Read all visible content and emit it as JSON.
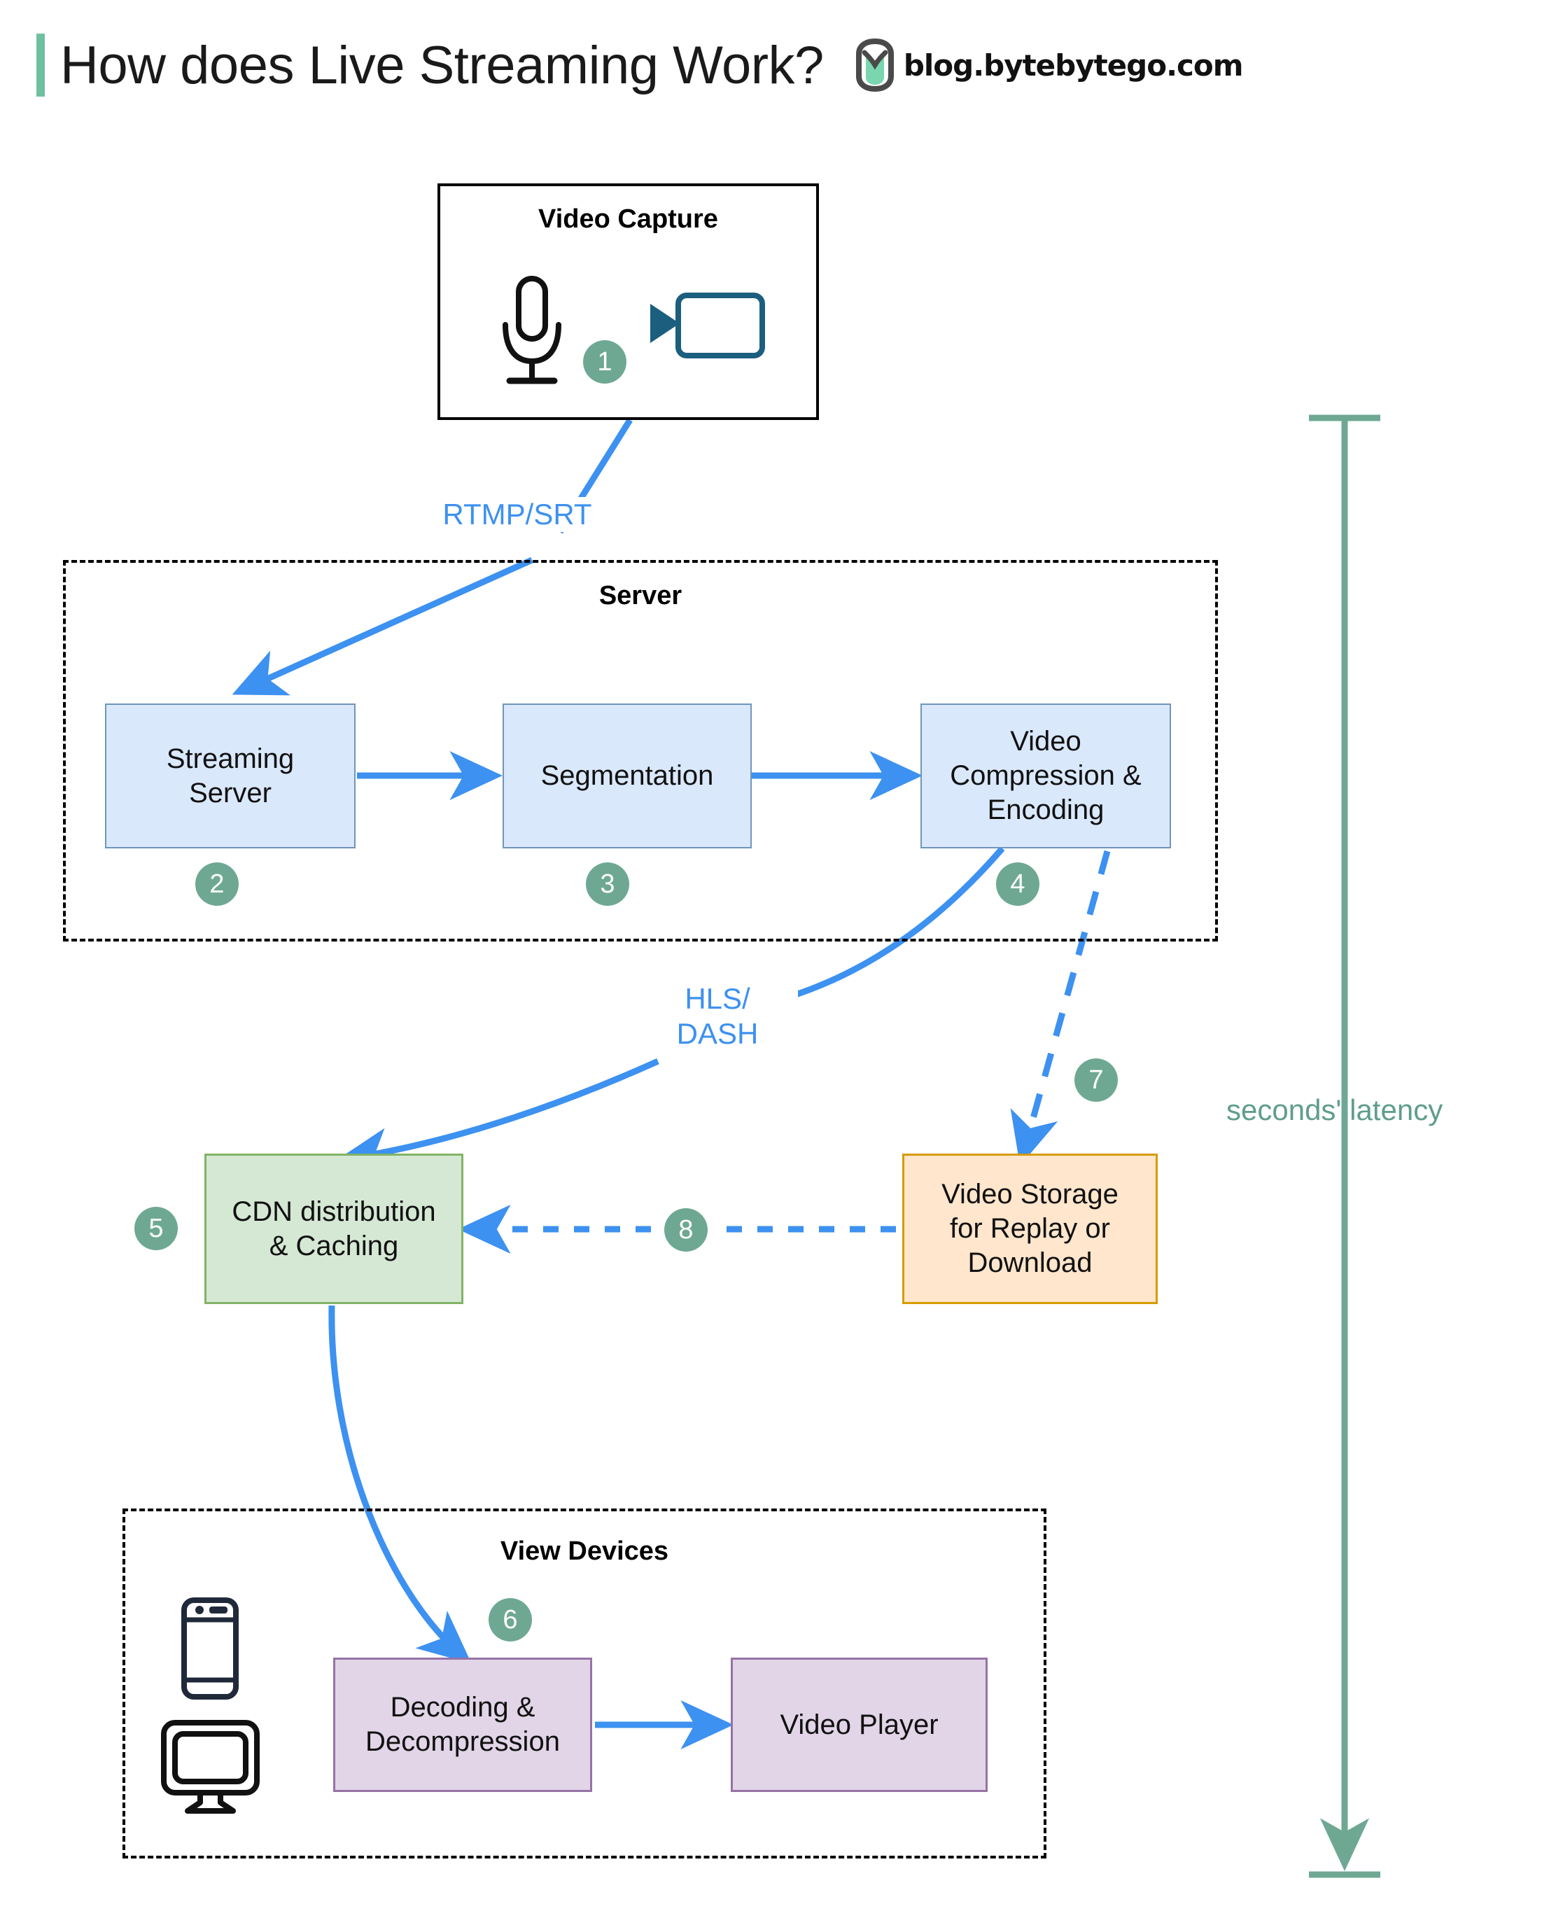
{
  "header": {
    "title": "How does Live Streaming Work?",
    "brand": "blog.bytebytego.com",
    "accent_color": "#6fc0a0",
    "logo_icon": "bytebytego-logo-icon"
  },
  "groups": {
    "capture": {
      "title": "Video Capture"
    },
    "server": {
      "title": "Server"
    },
    "view_devices": {
      "title": "View Devices"
    }
  },
  "nodes": {
    "streaming_server": {
      "label": "Streaming\nServer",
      "fill": "#dae8fc",
      "stroke": "#7095bb"
    },
    "segmentation": {
      "label": "Segmentation",
      "fill": "#dae8fc",
      "stroke": "#7095bb"
    },
    "video_compression": {
      "label": "Video\nCompression &\nEncoding",
      "fill": "#dae8fc",
      "stroke": "#7095bb"
    },
    "cdn": {
      "label": "CDN distribution\n& Caching",
      "fill": "#d5e8d4",
      "stroke": "#82b366"
    },
    "storage": {
      "label": "Video Storage\nfor Replay or\nDownload",
      "fill": "#ffe6cc",
      "stroke": "#d79b00"
    },
    "decoding": {
      "label": "Decoding &\nDecompression",
      "fill": "#e1d5e7",
      "stroke": "#9673a6"
    },
    "player": {
      "label": "Video Player",
      "fill": "#e1d5e7",
      "stroke": "#9673a6"
    }
  },
  "badges": {
    "b1": "1",
    "b2": "2",
    "b3": "3",
    "b4": "4",
    "b5": "5",
    "b6": "6",
    "b7": "7",
    "b8": "8"
  },
  "edges": {
    "rtmp_srt": "RTMP/SRT",
    "hls_dash": "HLS/\nDASH",
    "arrow_color": "#3d91f0",
    "dashed_arrow_color": "#3d91f0"
  },
  "latency": {
    "label": "seconds' latency",
    "color": "#6ea893"
  },
  "icons": {
    "microphone": "microphone-icon",
    "video_camera": "video-camera-icon",
    "phone": "smartphone-icon",
    "monitor": "desktop-monitor-icon"
  }
}
